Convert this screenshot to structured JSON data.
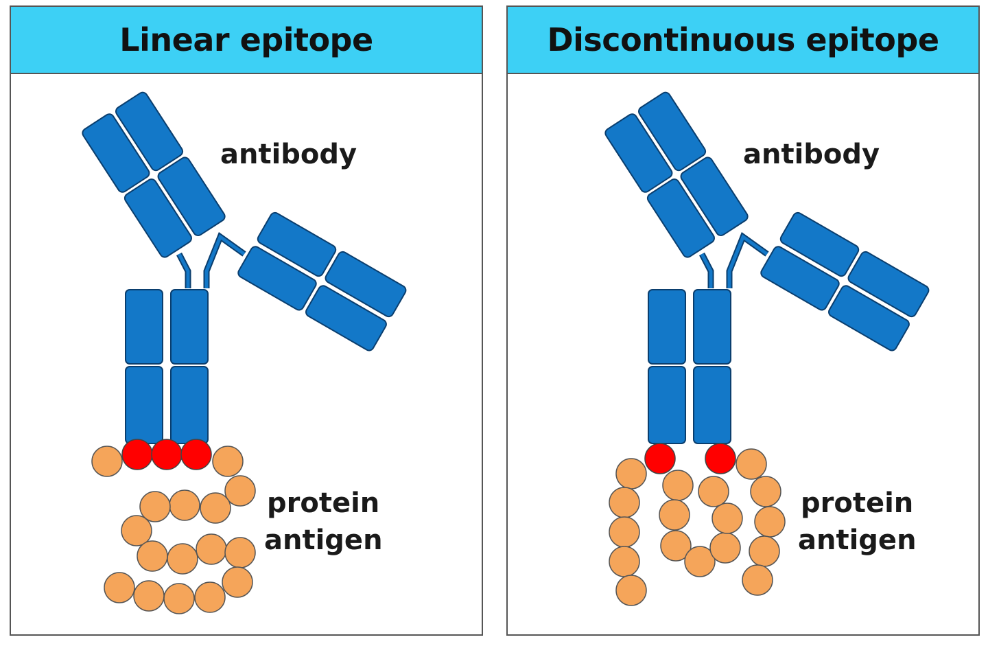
{
  "panels": [
    {
      "title": "Linear epitope",
      "antibody_label": "antibody",
      "antigen_label_line1": "protein",
      "antigen_label_line2": "antigen"
    },
    {
      "title": "Discontinuous epitope",
      "antibody_label": "antibody",
      "antigen_label_line1": "protein",
      "antigen_label_line2": "antigen"
    }
  ],
  "colors": {
    "header": "#3dd0f5",
    "antibody": "#1378c8",
    "antigen_bead": "#f5a55a",
    "epitope": "#ff0000"
  }
}
